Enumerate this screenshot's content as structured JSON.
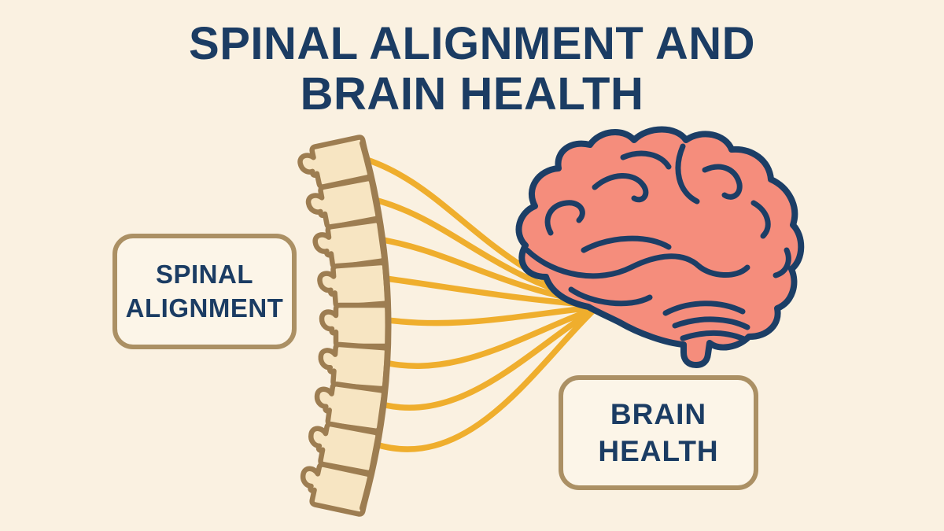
{
  "title": {
    "line1": "SPINAL ALIGNMENT AND",
    "line2": "BRAIN HEALTH"
  },
  "labels": {
    "spinal_alignment": {
      "line1": "SPINAL",
      "line2": "ALIGNMENT"
    },
    "brain_health": {
      "line1": "BRAIN",
      "line2": "HEALTH"
    }
  },
  "colors": {
    "bg": "#FAF1E1",
    "title_text": "#1B3C63",
    "box_border": "#AB9064",
    "box_bg": "#FCF5E8",
    "box_text": "#1B3C63",
    "spine_fill": "#F7E5C2",
    "spine_stroke": "#9D7D51",
    "nerve": "#EFAE2D",
    "brain_fill": "#F58D7C",
    "brain_stroke": "#1C3E66"
  }
}
